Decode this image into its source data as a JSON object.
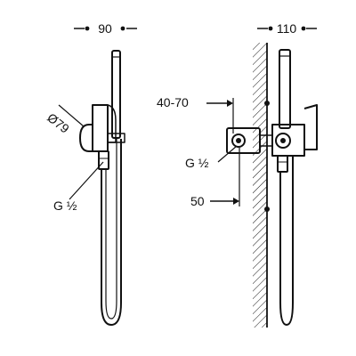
{
  "dimensions": {
    "side_width": "90",
    "front_width": "110",
    "diameter": "Ø79",
    "thread_left": "G ½",
    "thread_right": "G ½",
    "projection_range": "40-70",
    "inlet_offset": "50"
  }
}
